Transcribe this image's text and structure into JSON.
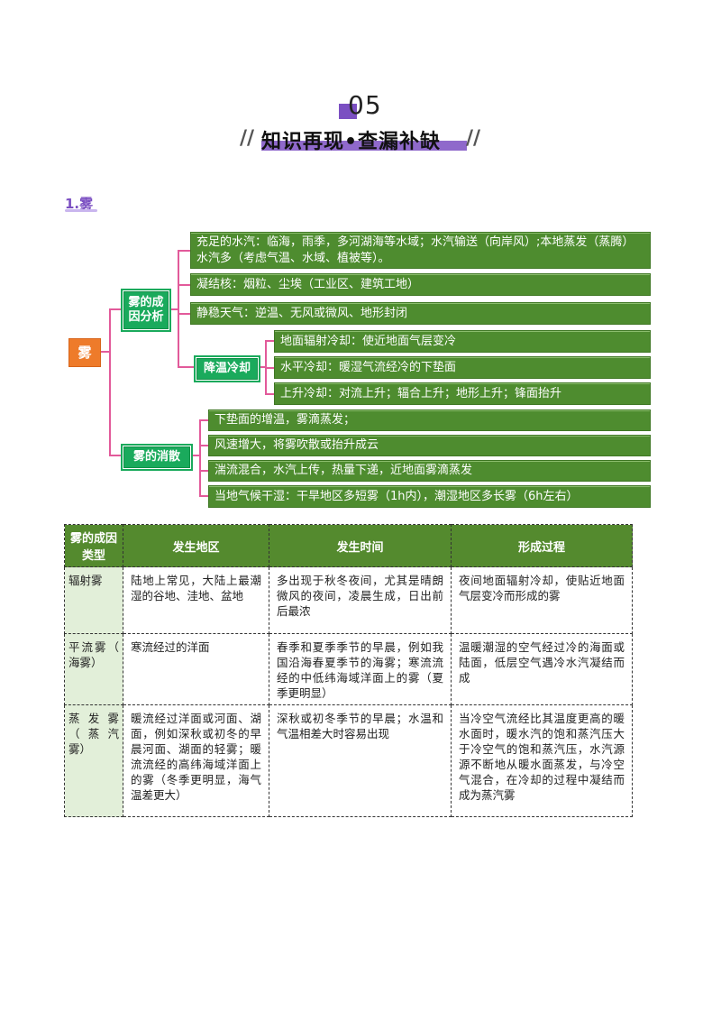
{
  "header": {
    "number": "05",
    "title": "知识再现•查漏补缺",
    "slash_left": "//",
    "slash_right": "//"
  },
  "section": {
    "title": "1.雾"
  },
  "mindmap": {
    "root": "雾",
    "branches": [
      {
        "label_lines": [
          "雾的成",
          "因分析"
        ]
      },
      {
        "label": "降温冷却"
      },
      {
        "label": "雾的消散"
      }
    ],
    "leaves_cause": [
      "充足的水汽：临海，雨季，多河湖海等水域；水汽输送（向岸风）;本地蒸发（蒸腾）水汽多（考虑气温、水域、植被等）。",
      "凝结核：烟粒、尘埃（工业区、建筑工地）",
      "静稳天气：逆温、无风或微风、地形封闭"
    ],
    "leaves_cooling": [
      "地面辐射冷却：使近地面气层变冷",
      "水平冷却：暖湿气流经冷的下垫面",
      "上升冷却：对流上升；辐合上升；地形上升；锋面抬升"
    ],
    "leaves_dissipate": [
      "下垫面的增温，雾滴蒸发；",
      "风速增大，将雾吹散或抬升成云",
      "湍流混合，水汽上传，热量下递，近地面雾滴蒸发",
      "当地气候干湿：干旱地区多短雾（1h内），潮湿地区多长雾（6h左右）"
    ]
  },
  "table": {
    "headers": [
      "雾的成因类型",
      "发生地区",
      "发生时间",
      "形成过程"
    ],
    "rows": [
      [
        "辐射雾",
        "陆地上常见，大陆上最潮湿的谷地、洼地、盆地",
        "多出现于秋冬夜间，尤其是晴朗微风的夜间，凌晨生成，日出前后最浓",
        "夜间地面辐射冷却，使贴近地面气层变冷而形成的雾"
      ],
      [
        "平流雾（ 海雾）",
        "寒流经过的洋面",
        "春季和夏季季节的早晨，例如我国沿海春夏季节的海雾；寒流流经的中低纬海域洋面上的雾（夏季更明显）",
        "温暖潮湿的空气经过冷的海面或陆面，低层空气遇冷水汽凝结而成"
      ],
      [
        "蒸发雾（蒸汽雾）",
        "暖流经过洋面或河面、湖面，例如深秋或初冬的早晨河面、湖面的轻雾；暖流流经的高纬海域洋面上的雾（冬季更明显，海气温差更大）",
        "深秋或初冬季节的早晨；水温和气温相差大时容易出现",
        "当冷空气流经比其温度更高的暖水面时，暖水汽的饱和蒸汽压大于冷空气的饱和蒸汽压，水汽源源不断地从暖水面蒸发，与冷空气混合，在冷却的过程中凝结而成为蒸汽雾"
      ]
    ]
  }
}
